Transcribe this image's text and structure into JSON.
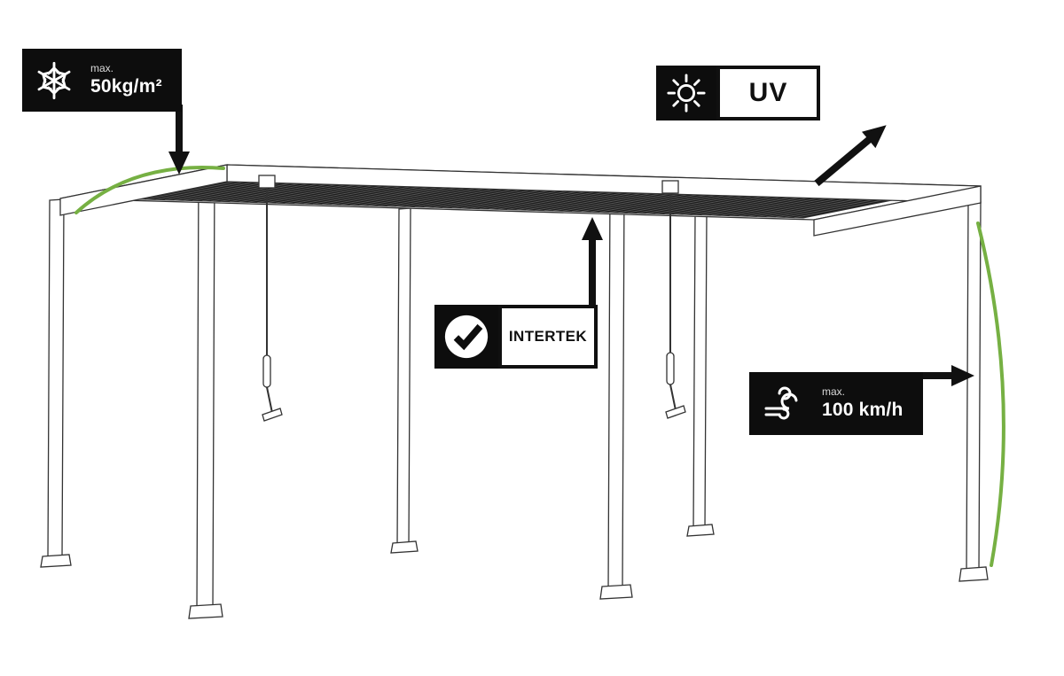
{
  "colors": {
    "accent_green": "#76B043",
    "badge_background": "#0D0D0D",
    "line_color": "#333333"
  },
  "badges": {
    "snow_load": {
      "prefix": "max.",
      "value": "50kg/m²",
      "icon": "snowflake-icon"
    },
    "uv_resistance": {
      "label": "UV",
      "icon": "sun-icon"
    },
    "certification": {
      "label": "INTERTEK",
      "icon": "checkmark-icon"
    },
    "wind_resistance": {
      "prefix": "max.",
      "value": "100 km/h",
      "icon": "wind-icon"
    }
  }
}
